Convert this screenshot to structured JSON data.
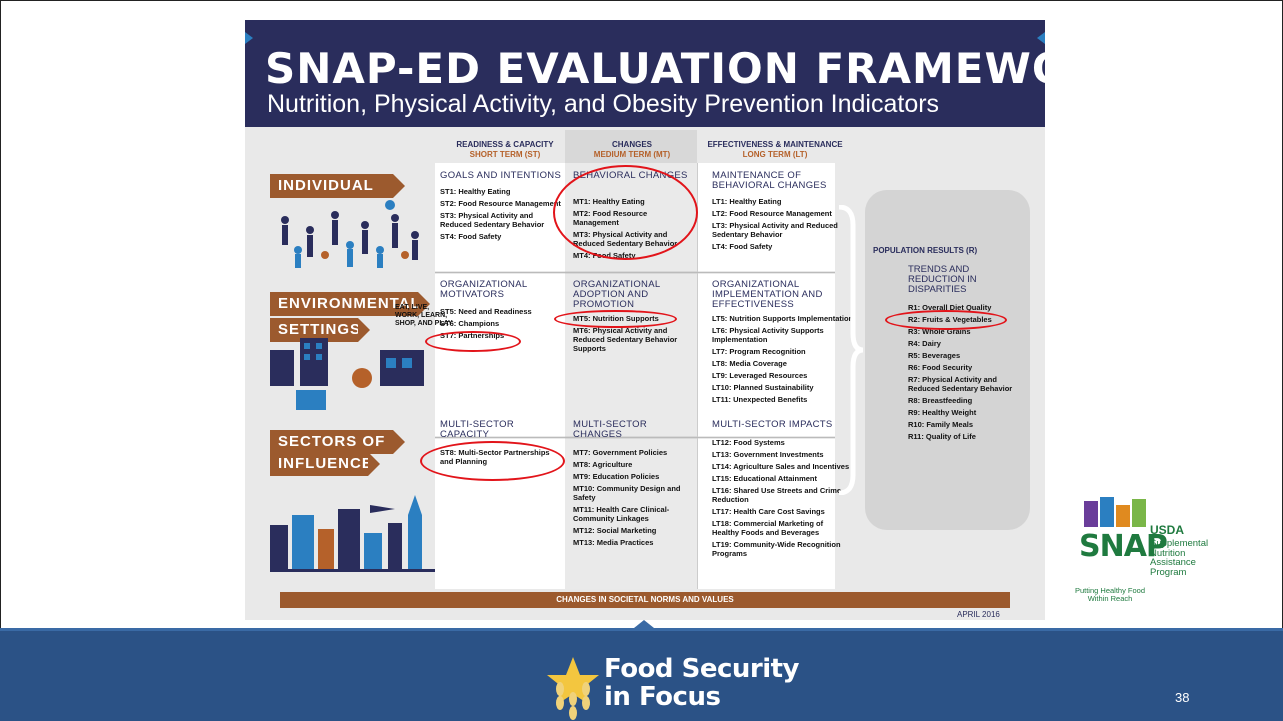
{
  "poster": {
    "title": "SNAP-ED EVALUATION FRAMEWORK",
    "subtitle": "Nutrition, Physical Activity, and Obesity Prevention Indicators",
    "columns": [
      {
        "heading": "READINESS & CAPACITY",
        "term": "SHORT TERM (ST)"
      },
      {
        "heading": "CHANGES",
        "term": "MEDIUM TERM (MT)"
      },
      {
        "heading": "EFFECTIVENESS & MAINTENANCE",
        "term": "LONG TERM (LT)"
      }
    ],
    "rows": {
      "individual": {
        "banner": "INDIVIDUAL",
        "st_title": "GOALS AND INTENTIONS",
        "st_items": [
          "ST1: Healthy Eating",
          "ST2: Food Resource Management",
          "ST3: Physical Activity and Reduced Sedentary Behavior",
          "ST4: Food Safety"
        ],
        "mt_title": "BEHAVIORAL CHANGES",
        "mt_items": [
          "MT1: Healthy Eating",
          "MT2: Food Resource Management",
          "MT3: Physical Activity and Reduced Sedentary Behavior",
          "MT4: Food Safety"
        ],
        "lt_title": "MAINTENANCE OF BEHAVIORAL CHANGES",
        "lt_items": [
          "LT1: Healthy Eating",
          "LT2: Food Resource Management",
          "LT3: Physical Activity and Reduced Sedentary Behavior",
          "LT4: Food Safety"
        ]
      },
      "environmental": {
        "banner1": "ENVIRONMENTAL",
        "banner2": "SETTINGS",
        "tag": "EAT, LIVE, WORK, LEARN, SHOP, AND PLAY",
        "st_title": "ORGANIZATIONAL MOTIVATORS",
        "st_items": [
          "ST5: Need and Readiness",
          "ST6: Champions",
          "ST7: Partnerships"
        ],
        "mt_title": "ORGANIZATIONAL ADOPTION AND PROMOTION",
        "mt_items": [
          "MT5: Nutrition Supports",
          "MT6: Physical Activity and Reduced Sedentary Behavior Supports"
        ],
        "lt_title": "ORGANIZATIONAL IMPLEMENTATION AND EFFECTIVENESS",
        "lt_items": [
          "LT5: Nutrition Supports Implementation",
          "LT6: Physical Activity Supports Implementation",
          "LT7: Program Recognition",
          "LT8: Media Coverage",
          "LT9: Leveraged Resources",
          "LT10: Planned Sustainability",
          "LT11: Unexpected Benefits"
        ]
      },
      "sectors": {
        "banner1": "SECTORS OF",
        "banner2": "INFLUENCE",
        "st_title": "MULTI-SECTOR CAPACITY",
        "st_items": [
          "ST8: Multi-Sector Partnerships and Planning"
        ],
        "mt_title": "MULTI-SECTOR CHANGES",
        "mt_items": [
          "MT7: Government Policies",
          "MT8: Agriculture",
          "MT9: Education Policies",
          "MT10: Community Design and Safety",
          "MT11: Health Care Clinical-Community Linkages",
          "MT12: Social Marketing",
          "MT13: Media Practices"
        ],
        "lt_title": "MULTI-SECTOR IMPACTS",
        "lt_items": [
          "LT12: Food Systems",
          "LT13: Government Investments",
          "LT14: Agriculture Sales and Incentives",
          "LT15: Educational Attainment",
          "LT16: Shared Use Streets and Crime Reduction",
          "LT17: Health Care Cost Savings",
          "LT18: Commercial Marketing of Healthy Foods and Beverages",
          "LT19: Community-Wide Recognition Programs"
        ]
      }
    },
    "population": {
      "heading": "POPULATION RESULTS (R)",
      "trends": "TRENDS AND REDUCTION IN DISPARITIES",
      "items": [
        "R1: Overall Diet Quality",
        "R2: Fruits & Vegetables",
        "R3: Whole Grains",
        "R4: Dairy",
        "R5: Beverages",
        "R6: Food Security",
        "R7: Physical Activity and Reduced Sedentary Behavior",
        "R8: Breastfeeding",
        "R9: Healthy Weight",
        "R10: Family Meals",
        "R11: Quality of Life"
      ]
    },
    "societal_bar": "CHANGES IN SOCIETAL NORMS AND VALUES",
    "date": "APRIL 2016"
  },
  "snap_logo": {
    "word": "SNAP",
    "usda": "USDA",
    "lines": [
      "Supplemental",
      "Nutrition",
      "Assistance",
      "Program"
    ],
    "tagline": "Putting Healthy Food Within Reach"
  },
  "footer": {
    "brand_line1": "Food Security",
    "brand_line2": "in Focus",
    "page_number": "38"
  },
  "colors": {
    "navy": "#2a2d5c",
    "brown": "#9c5a2e",
    "highlight_red": "#e2141a",
    "footer_blue": "#2b5286",
    "snap_green": "#1f7a3f"
  }
}
